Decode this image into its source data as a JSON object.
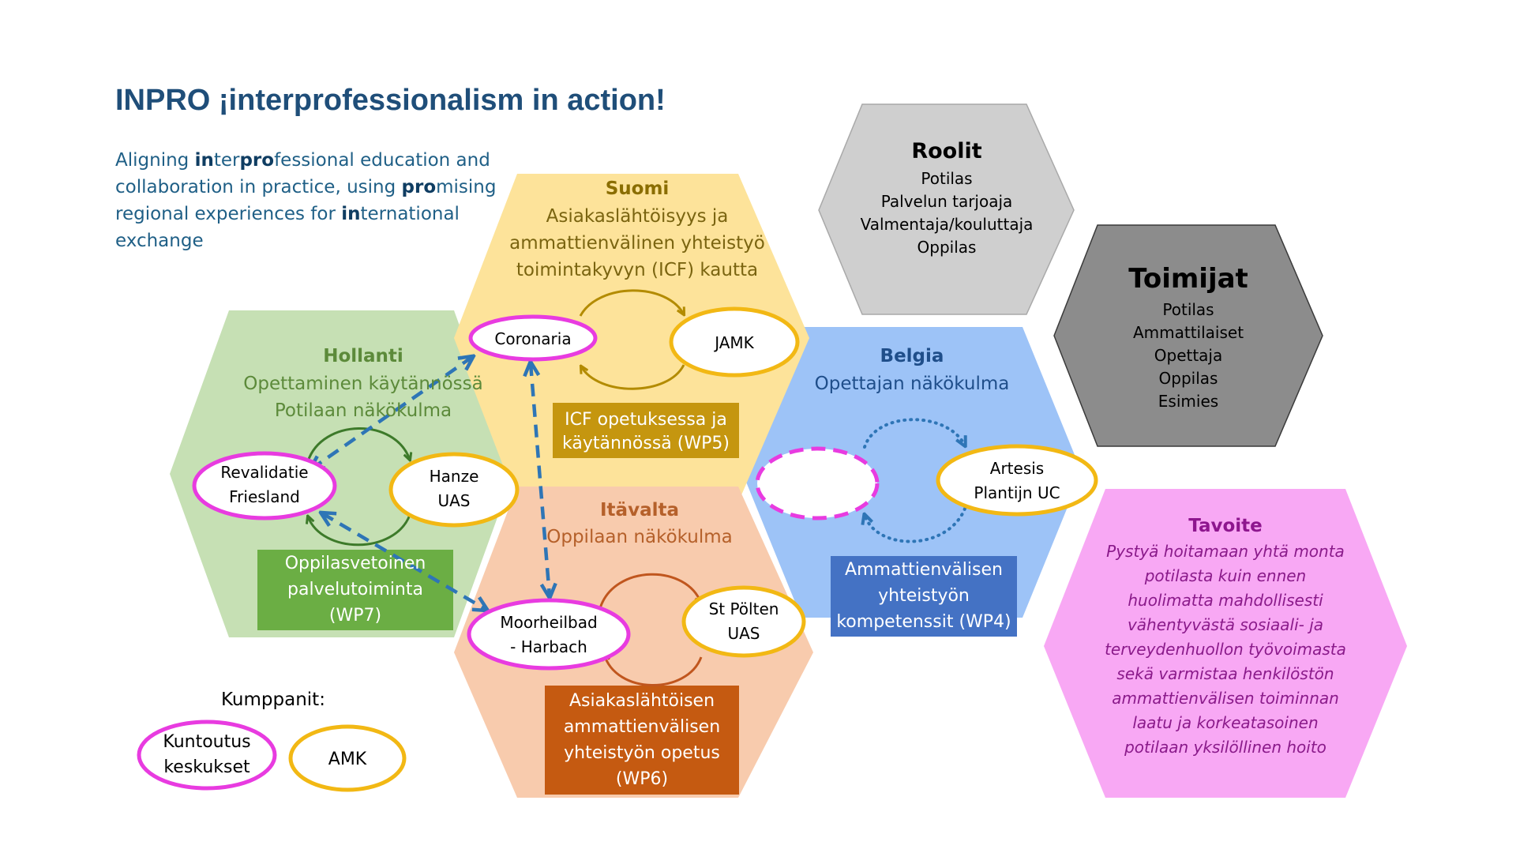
{
  "title": "INPRO ¡interprofessionalism in action!",
  "subtitle": {
    "p1": "Aligning ",
    "b1": "in",
    "p2": "ter",
    "b2": "pro",
    "p3": "fessional education and collaboration in practice, using ",
    "b3": "pro",
    "p4": "mising regional experiences for ",
    "b4": "in",
    "p5": "ternational exchange"
  },
  "roolit": {
    "heading": "Roolit",
    "lines": [
      "Potilas",
      "Palvelun tarjoaja",
      "Valmentaja/kouluttaja",
      "Oppilas"
    ]
  },
  "toimijat": {
    "heading": "Toimijat",
    "lines": [
      "Potilas",
      "Ammattilaiset",
      "Opettaja",
      "Oppilas",
      "Esimies"
    ]
  },
  "suomi": {
    "heading": "Suomi",
    "lines": [
      "Asiakaslähtöisyys ja",
      "ammattienvälinen yhteistyö",
      "toimintakyvyn (ICF) kautta"
    ],
    "partner_rehab": "Coronaria",
    "partner_uas": "JAMK",
    "wp_lines": [
      "ICF opetuksessa ja",
      "käytännössä (WP5)"
    ]
  },
  "hollanti": {
    "heading": "Hollanti",
    "lines": [
      "Opettaminen käytännössä",
      "Potilaan näkökulma"
    ],
    "partner_rehab_lines": [
      "Revalidatie",
      "Friesland"
    ],
    "partner_uas_lines": [
      "Hanze",
      "UAS"
    ],
    "wp_lines": [
      "Oppilasvetoinen",
      "palvelutoiminta",
      "(WP7)"
    ]
  },
  "belgia": {
    "heading": "Belgia",
    "lines": [
      "Opettajan näkökulma"
    ],
    "partner_uas_lines": [
      "Artesis",
      "Plantijn UC"
    ],
    "wp_lines": [
      "Ammattienvälisen",
      "yhteistyön",
      "kompetenssit (WP4)"
    ]
  },
  "itavalta": {
    "heading": "Itävalta",
    "lines": [
      "Oppilaan näkökulma"
    ],
    "partner_rehab_lines": [
      "Moorheilbad",
      "- Harbach"
    ],
    "partner_uas_lines": [
      "St Pölten",
      "UAS"
    ],
    "wp_lines": [
      "Asiakaslähtöisen",
      "ammattienvälisen",
      "yhteistyön opetus",
      "(WP6)"
    ]
  },
  "tavoite": {
    "heading": "Tavoite",
    "lines": [
      "Pystyä hoitamaan yhtä monta",
      "potilasta kuin ennen",
      "huolimatta mahdollisesti",
      "vähentyvästä sosiaali- ja",
      "terveydenhuollon työvoimasta",
      "sekä varmistaa henkilöstön",
      "ammattienvälisen toiminnan",
      "laatu ja korkeatasoinen",
      "potilaan yksilöllinen hoito"
    ]
  },
  "legend": {
    "title": "Kumppanit:",
    "rehab_lines": [
      "Kuntoutus",
      "keskukset"
    ],
    "uas_label": "AMK"
  },
  "colors": {
    "title": "#1f4e79",
    "rehab_ring": "#e83be0",
    "uas_ring": "#f2b814",
    "dashed_arrow": "#2e75b6",
    "suomi_fill": "#fde39a",
    "hollanti_fill": "#c6e0b4",
    "belgia_fill": "#9dc3f7",
    "itavalta_fill": "#f8cbad",
    "roolit_fill": "#cfcfcf",
    "toimijat_fill": "#8c8c8c",
    "tavoite_fill": "#f8a8f4"
  }
}
